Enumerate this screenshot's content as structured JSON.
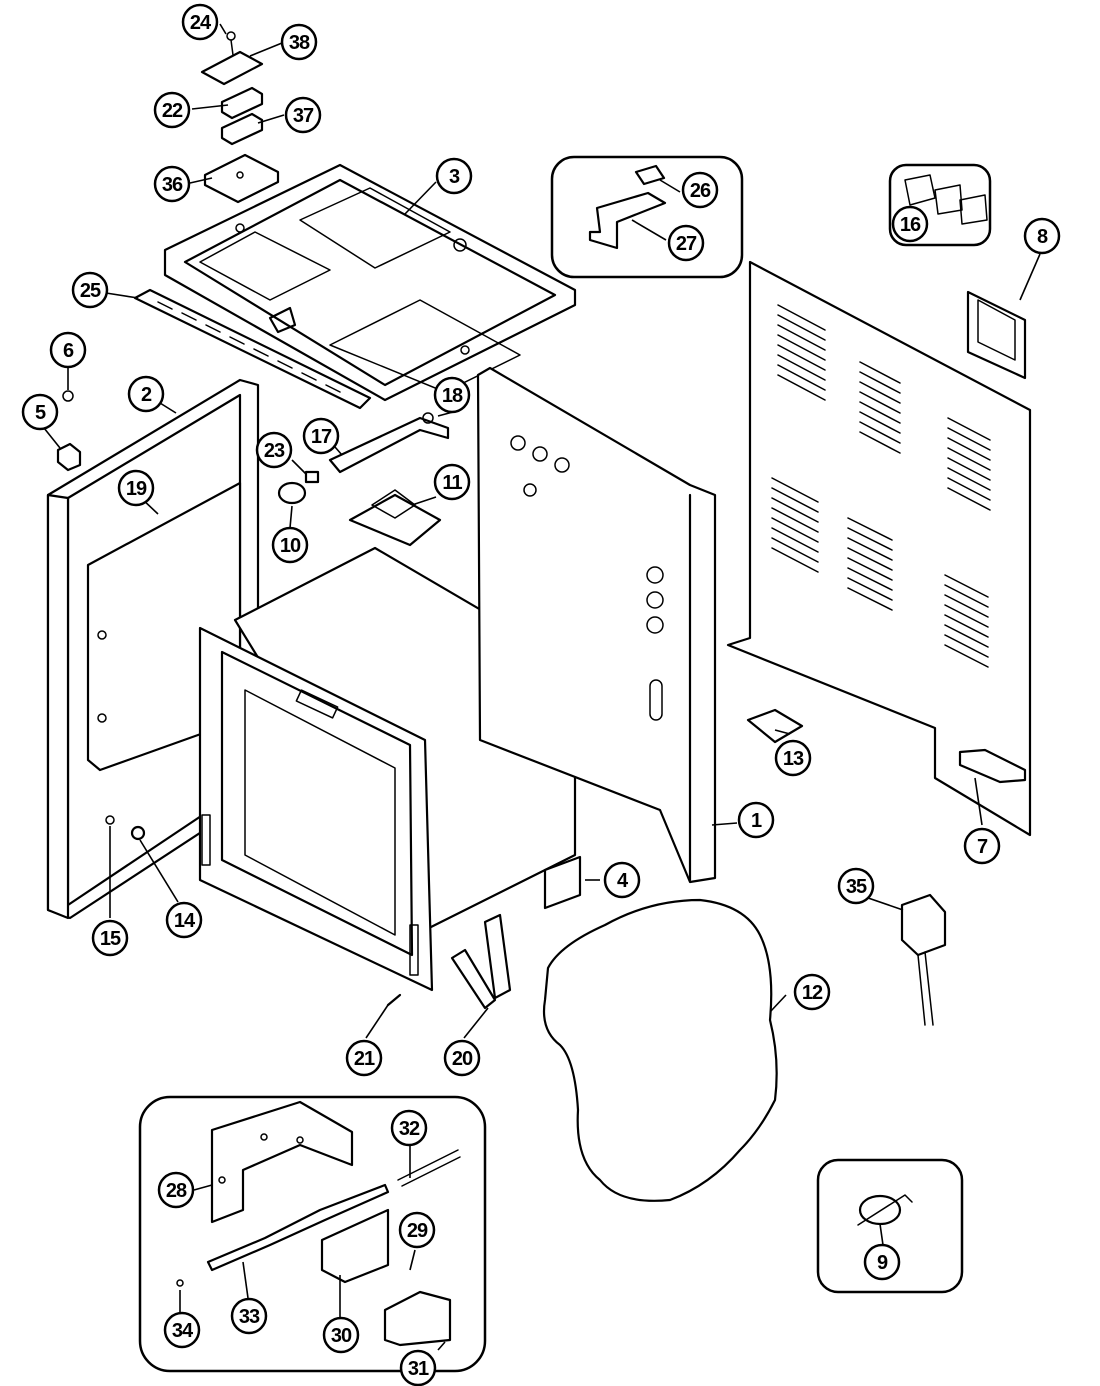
{
  "colors": {
    "ink": "#000000",
    "paper": "#ffffff"
  },
  "callouts": [
    {
      "label": "1"
    },
    {
      "label": "2"
    },
    {
      "label": "3"
    },
    {
      "label": "4"
    },
    {
      "label": "5"
    },
    {
      "label": "6"
    },
    {
      "label": "7"
    },
    {
      "label": "8"
    },
    {
      "label": "9"
    },
    {
      "label": "10"
    },
    {
      "label": "11"
    },
    {
      "label": "12"
    },
    {
      "label": "13"
    },
    {
      "label": "14"
    },
    {
      "label": "15"
    },
    {
      "label": "16"
    },
    {
      "label": "17"
    },
    {
      "label": "18"
    },
    {
      "label": "19"
    },
    {
      "label": "20"
    },
    {
      "label": "21"
    },
    {
      "label": "22"
    },
    {
      "label": "23"
    },
    {
      "label": "24"
    },
    {
      "label": "25"
    },
    {
      "label": "26"
    },
    {
      "label": "27"
    },
    {
      "label": "28"
    },
    {
      "label": "29"
    },
    {
      "label": "30"
    },
    {
      "label": "31"
    },
    {
      "label": "32"
    },
    {
      "label": "33"
    },
    {
      "label": "34"
    },
    {
      "label": "35"
    },
    {
      "label": "36"
    },
    {
      "label": "37"
    },
    {
      "label": "38"
    }
  ]
}
